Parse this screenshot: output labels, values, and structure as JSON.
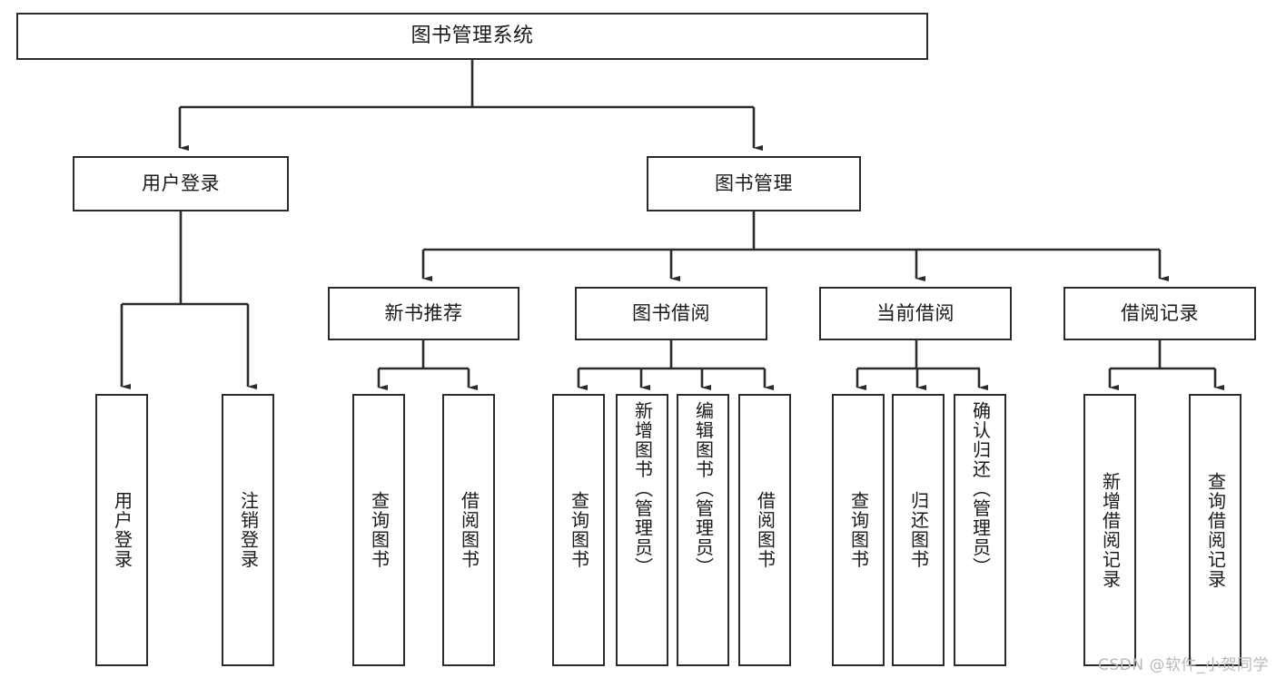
{
  "diagram": {
    "type": "tree-hierarchy",
    "title": "图书管理系统",
    "root": {
      "id": "root",
      "label": "图书管理系统",
      "orientation": "horizontal"
    },
    "level2": [
      {
        "id": "user-login",
        "label": "用户登录",
        "orientation": "horizontal"
      },
      {
        "id": "book-management",
        "label": "图书管理",
        "orientation": "horizontal"
      }
    ],
    "level3": [
      {
        "id": "new-book-recommend",
        "label": "新书推荐",
        "orientation": "horizontal",
        "parent": "book-management"
      },
      {
        "id": "book-borrow",
        "label": "图书借阅",
        "orientation": "horizontal",
        "parent": "book-management"
      },
      {
        "id": "current-borrow",
        "label": "当前借阅",
        "orientation": "horizontal",
        "parent": "book-management"
      },
      {
        "id": "borrow-record",
        "label": "借阅记录",
        "orientation": "horizontal",
        "parent": "book-management"
      }
    ],
    "leaves": [
      {
        "id": "leaf-user-login",
        "label": "用户登录",
        "parent": "user-login",
        "orientation": "vertical"
      },
      {
        "id": "leaf-user-logout",
        "label": "注销登录",
        "parent": "user-login",
        "orientation": "vertical"
      },
      {
        "id": "leaf-query-book-1",
        "label": "查询图书",
        "parent": "new-book-recommend",
        "orientation": "vertical"
      },
      {
        "id": "leaf-borrow-book-1",
        "label": "借阅图书",
        "parent": "new-book-recommend",
        "orientation": "vertical"
      },
      {
        "id": "leaf-query-book-2",
        "label": "查询图书",
        "parent": "book-borrow",
        "orientation": "vertical"
      },
      {
        "id": "leaf-add-book",
        "label": "新增图书（管理员）",
        "parent": "book-borrow",
        "orientation": "vertical"
      },
      {
        "id": "leaf-edit-book",
        "label": "编辑图书（管理员）",
        "parent": "book-borrow",
        "orientation": "vertical"
      },
      {
        "id": "leaf-borrow-book-2",
        "label": "借阅图书",
        "parent": "book-borrow",
        "orientation": "vertical"
      },
      {
        "id": "leaf-query-book-3",
        "label": "查询图书",
        "parent": "current-borrow",
        "orientation": "vertical"
      },
      {
        "id": "leaf-return-book",
        "label": "归还图书",
        "parent": "current-borrow",
        "orientation": "vertical"
      },
      {
        "id": "leaf-confirm-return",
        "label": "确认归还（管理员）",
        "parent": "current-borrow",
        "orientation": "vertical"
      },
      {
        "id": "leaf-add-record",
        "label": "新增借阅记录",
        "parent": "borrow-record",
        "orientation": "vertical"
      },
      {
        "id": "leaf-query-record",
        "label": "查询借阅记录",
        "parent": "borrow-record",
        "orientation": "vertical"
      }
    ],
    "watermark": "CSDN @软件_小贺同学",
    "colors": {
      "stroke": "#2b2b2b",
      "fill": "#ffffff",
      "text": "#1a1a1a",
      "watermark": "#b9b9b9"
    }
  }
}
